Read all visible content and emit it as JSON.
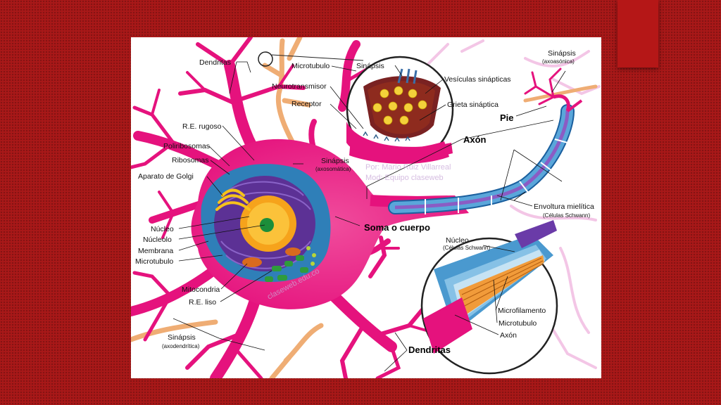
{
  "slide": {
    "background_color": "#a81818",
    "accent_color": "#e5127d"
  },
  "diagram": {
    "labels": {
      "dendritas_top": "Dendritas",
      "microtubulo_top": "Microtubulo",
      "sinapsis_top": "Sinápsis",
      "neurotransmisor": "Neurotransmisor",
      "receptor": "Receptor",
      "vesiculas": "Vesículas sinápticas",
      "grieta": "Grieta sináptica",
      "sinapsis_axoasonica": "Sinápsis",
      "axoasonica_sub": "(axoasónica)",
      "pie": "Pie",
      "axon": "Axón",
      "re_rugoso": "R.E. rugoso",
      "poliribosomas": "Poliribosomas",
      "ribosomas": "Ribosomas",
      "aparato_golgi": "Aparato de Golgi",
      "sinapsis_axosomatica": "Sinápsis",
      "axosomatica_sub": "(axosomática)",
      "envoltura": "Envoltura mielítica",
      "envoltura_sub": "(Células Schwann)",
      "soma": "Soma o cuerpo",
      "nucleo": "Núcleo",
      "nucleolo": "Núcleolo",
      "membrana": "Membrana",
      "microtubulo_left": "Microtubulo",
      "nucleo_schwann": "Núcleo",
      "nucleo_schwann_sub": "(Células Schwann)",
      "mitocondria": "Mitocondria",
      "re_liso": "R.E. liso",
      "microfilamento": "Microfilamento",
      "microtubulo_inset": "Microtubulo",
      "axon_inset": "Axón",
      "sinapsis_axodendritica": "Sinápsis",
      "axodendritica_sub": "(axodendrítica)",
      "dendritas_bottom": "Dendritas"
    },
    "watermark": {
      "line1": "Por: Mario Ruiz Villarreal",
      "line2": "Mod:  Equipo claseweb",
      "site": "claseweb.edu.co"
    }
  }
}
